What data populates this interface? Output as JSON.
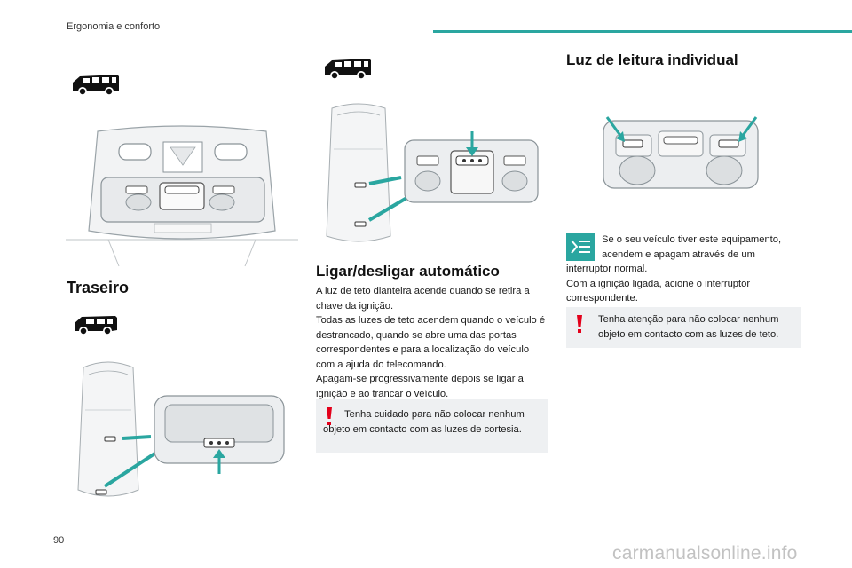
{
  "header": {
    "section": "Ergonomia e conforto"
  },
  "page_number": "90",
  "watermark": "carmanualsonline.info",
  "col1": {
    "title": "Traseiro"
  },
  "col2": {
    "title": "Ligar/desligar automático",
    "paragraphs": [
      "A luz de teto dianteira acende quando se retira a chave da ignição.",
      "Todas as luzes de teto acendem quando o veículo é destrancado, quando se abre uma das portas correspondentes e para a localização do veículo com a ajuda do telecomando.",
      "Apagam-se progressivamente depois se ligar a ignição e ao trancar o veículo."
    ],
    "warning": "Tenha cuidado para não colocar nenhum objeto em contacto com as luzes de cortesia."
  },
  "col3": {
    "title": "Luz de leitura individual",
    "info_line1": "Se o seu veículo tiver este equipamento,",
    "info_line2": "acendem e apagam através de um",
    "info_rest": "interruptor normal.",
    "info_para2": "Com a ignição ligada, acione o interruptor correspondente.",
    "warning": "Tenha atenção para não colocar nenhum objeto em contacto com as luzes de teto."
  },
  "colors": {
    "accent": "#2aa6a0",
    "warning": "#e3001b",
    "box_bg": "#eef0f2"
  },
  "icons": [
    "van-long-icon",
    "van-long-icon",
    "van-short-icon",
    "info-list-icon",
    "warning-icon"
  ]
}
